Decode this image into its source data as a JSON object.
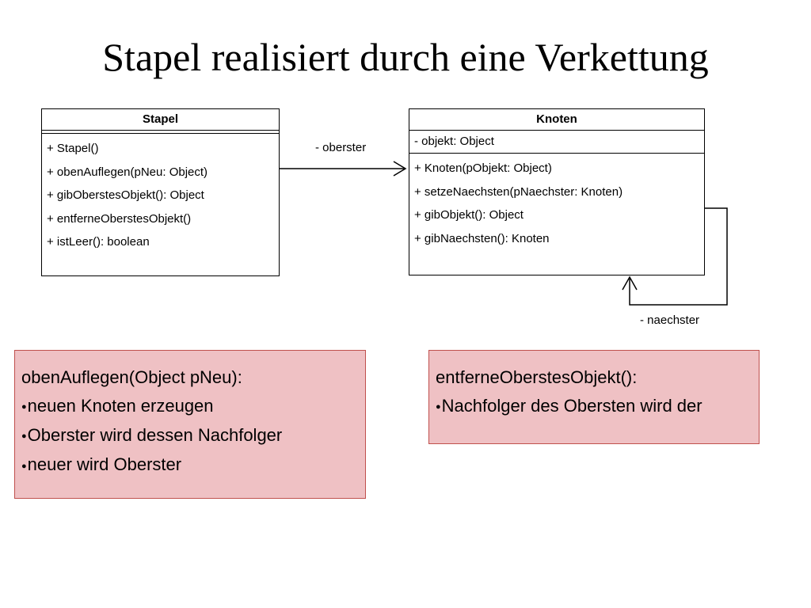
{
  "title": "Stapel realisiert durch eine Verkettung",
  "stapel": {
    "name": "Stapel",
    "operations": [
      "+ Stapel()",
      "+ obenAuflegen(pNeu: Object)",
      "+ gibOberstesObjekt(): Object",
      "+ entferneOberstesObjekt()",
      "+ istLeer(): boolean"
    ]
  },
  "knoten": {
    "name": "Knoten",
    "attributes": [
      "- objekt: Object"
    ],
    "operations": [
      "+ Knoten(pObjekt: Object)",
      "+ setzeNaechsten(pNaechster: Knoten)",
      "+ gibObjekt(): Object",
      "+ gibNaechsten(): Knoten"
    ]
  },
  "associations": {
    "oberster": "- oberster",
    "naechster": "- naechster"
  },
  "notes": {
    "left": {
      "heading": "obenAuflegen(Object pNeu):",
      "bullets": [
        "neuen Knoten erzeugen",
        "Oberster wird dessen Nachfolger",
        "neuer wird Oberster"
      ]
    },
    "right": {
      "heading": "entferneOberstesObjekt():",
      "bullets": [
        "Nachfolger des Obersten wird der"
      ]
    }
  },
  "colors": {
    "note_fill": "#efc1c4",
    "note_border": "#c0504d"
  }
}
